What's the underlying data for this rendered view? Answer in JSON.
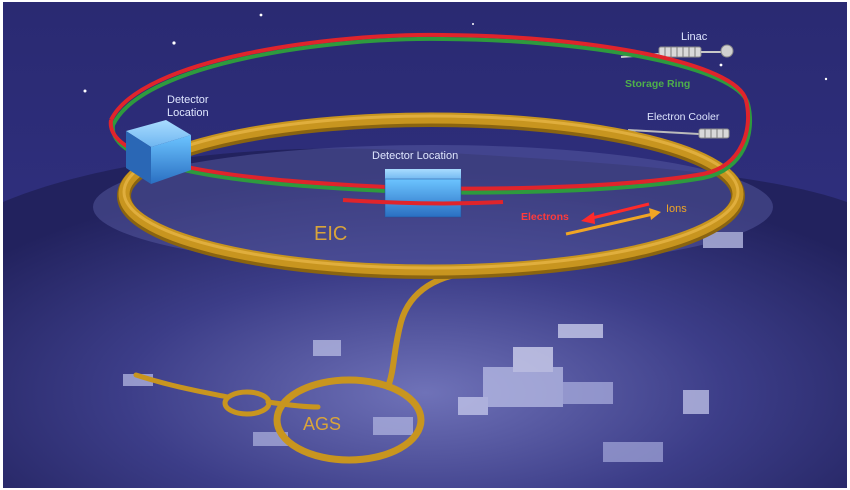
{
  "labels": {
    "linac": "Linac",
    "storage_ring": "Storage Ring",
    "detector_location_left": "Detector\nLocation",
    "detector_location_center": "Detector Location",
    "electron_cooler": "Electron Cooler",
    "electrons": "Electrons",
    "ions": "Ions",
    "eic": "EIC",
    "ags": "AGS"
  },
  "colors": {
    "background": "#2f2f7a",
    "ion_ring": "#c8951f",
    "electron_ring": "#e0242b",
    "storage_ring": "#2e9a3e",
    "detector": "#3d8fd9",
    "ring_label": "#d9a43a",
    "text_light": "#dfe6ff",
    "storage_ring_label": "#4fb04a",
    "electrons_label": "#ff3b3b",
    "ions_label": "#f0a524"
  }
}
